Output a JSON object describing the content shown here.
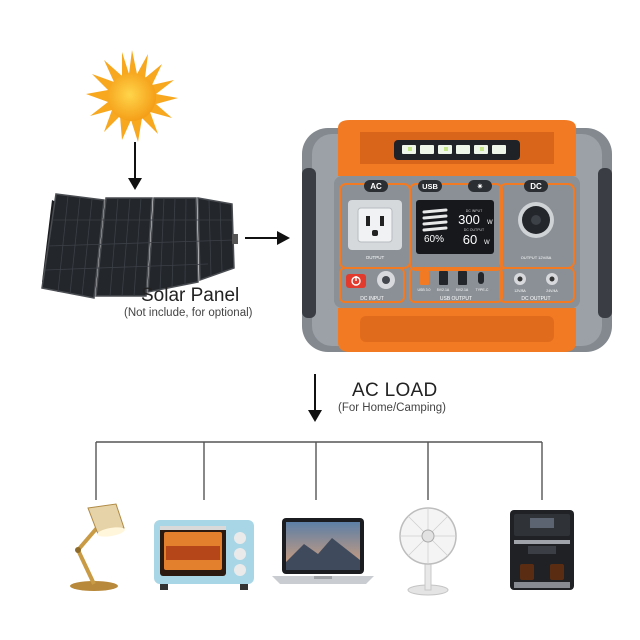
{
  "solar_panel": {
    "title": "Solar Panel",
    "subtitle": "(Not include, for optional)"
  },
  "ac_load": {
    "title": "AC LOAD",
    "subtitle": "(For Home/Camping)"
  },
  "power_station": {
    "port_labels": {
      "ac": "AC",
      "usb": "USB",
      "light": "✷",
      "dc": "DC",
      "output": "OUTPUT",
      "output_dc_spec": "OUTPUT 12V/8A",
      "dc_input": "DC  INPUT",
      "usb_output": "USB  OUTPUT",
      "dc_output": "DC  OUTPUT",
      "usb_sub": [
        "USB 3.0",
        "5V/2.1A",
        "5V/2.1A",
        "TYPE-C"
      ],
      "dc_sub": [
        "12V/8A",
        "24V/4A"
      ]
    },
    "display": {
      "battery_percent": "60%",
      "input_label": "DC INPUT",
      "input_value": "300",
      "input_unit": "W",
      "output_label": "DC OUTPUT",
      "output_value": "60",
      "output_unit": "W"
    }
  },
  "appliances": [
    "desk-lamp",
    "toaster-oven",
    "laptop",
    "electric-fan",
    "coffee-machine"
  ],
  "colors": {
    "accent_orange": "#f27a22",
    "body_gray": "#8f959b",
    "panel_dark": "#2a2d33",
    "sun": "#f7a81f",
    "power_button": "#e23b2e"
  }
}
